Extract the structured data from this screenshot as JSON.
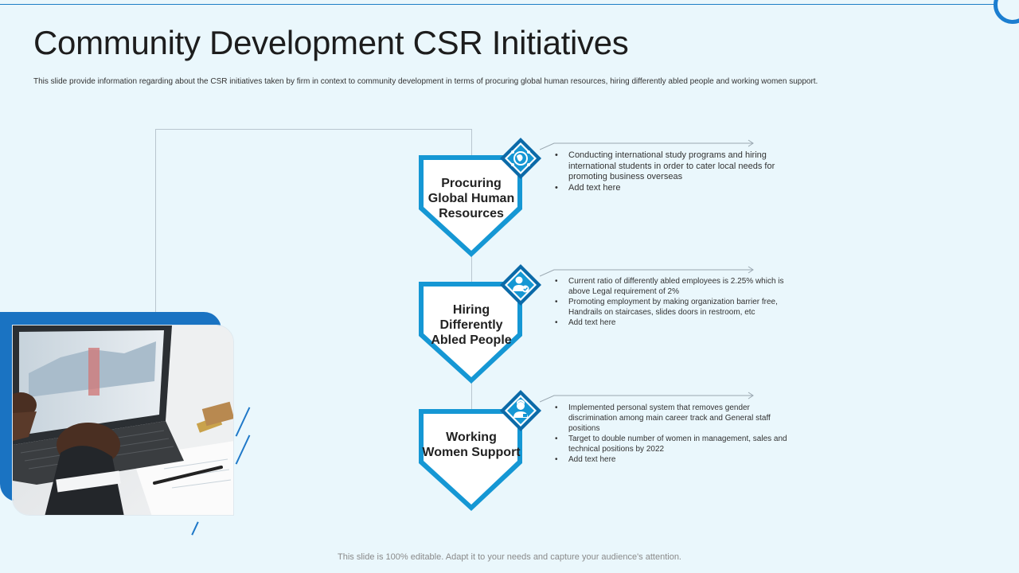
{
  "title": "Community Development CSR Initiatives",
  "subtitle": "This slide provide information regarding about the CSR initiatives taken by firm in context to community development in terms of procuring global human resources, hiring differently abled people and working women support.",
  "colors": {
    "accent": "#1a73c2",
    "shield_border": "#1597d4",
    "background": "#eaf7fc"
  },
  "initiatives": [
    {
      "label": "Procuring Global Human Resources",
      "icon": "globe-network-icon",
      "bullets": [
        "Conducting international study programs and hiring international students in order to cater local needs for promoting business overseas",
        "Add text here"
      ]
    },
    {
      "label": "Hiring Differently Abled People",
      "icon": "user-check-icon",
      "bullets": [
        "Current ratio of differently abled employees is 2.25% which is above Legal requirement of 2%",
        "Promoting employment by making organization barrier free, Handrails on staircases, slides doors in restroom, etc",
        "Add text here"
      ]
    },
    {
      "label": "Working Women Support",
      "icon": "woman-worker-icon",
      "bullets": [
        "Implemented personal system that removes gender discrimination among main career track and General staff positions",
        "Target to double number of women in management, sales and technical positions by 2022",
        "Add text here"
      ]
    }
  ],
  "footer": "This slide is 100% editable. Adapt it to your needs and capture your audience's attention."
}
